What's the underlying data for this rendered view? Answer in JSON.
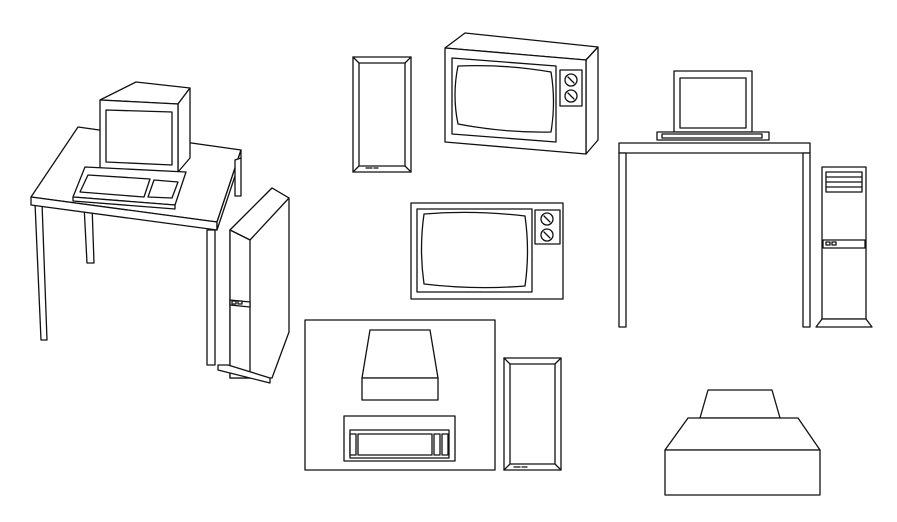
{
  "illustration": {
    "style": "black line-art on white",
    "colors": {
      "stroke": "#111111",
      "background": "#ffffff"
    },
    "objects": [
      {
        "name": "desktop-computer-on-desk",
        "icon": "desk-crt-keyboard-icon"
      },
      {
        "name": "slim-tower-case",
        "icon": "tower-icon"
      },
      {
        "name": "crt-television-large",
        "icon": "tv-icon"
      },
      {
        "name": "laptop-on-desk-with-tower",
        "icon": "laptop-desk-icon"
      },
      {
        "name": "crt-television-small",
        "icon": "tv-icon"
      },
      {
        "name": "framed-devices-panel",
        "icon": "drive-and-player-icon"
      },
      {
        "name": "slim-tower-case-small",
        "icon": "tower-icon"
      },
      {
        "name": "printer",
        "icon": "printer-icon"
      }
    ]
  }
}
